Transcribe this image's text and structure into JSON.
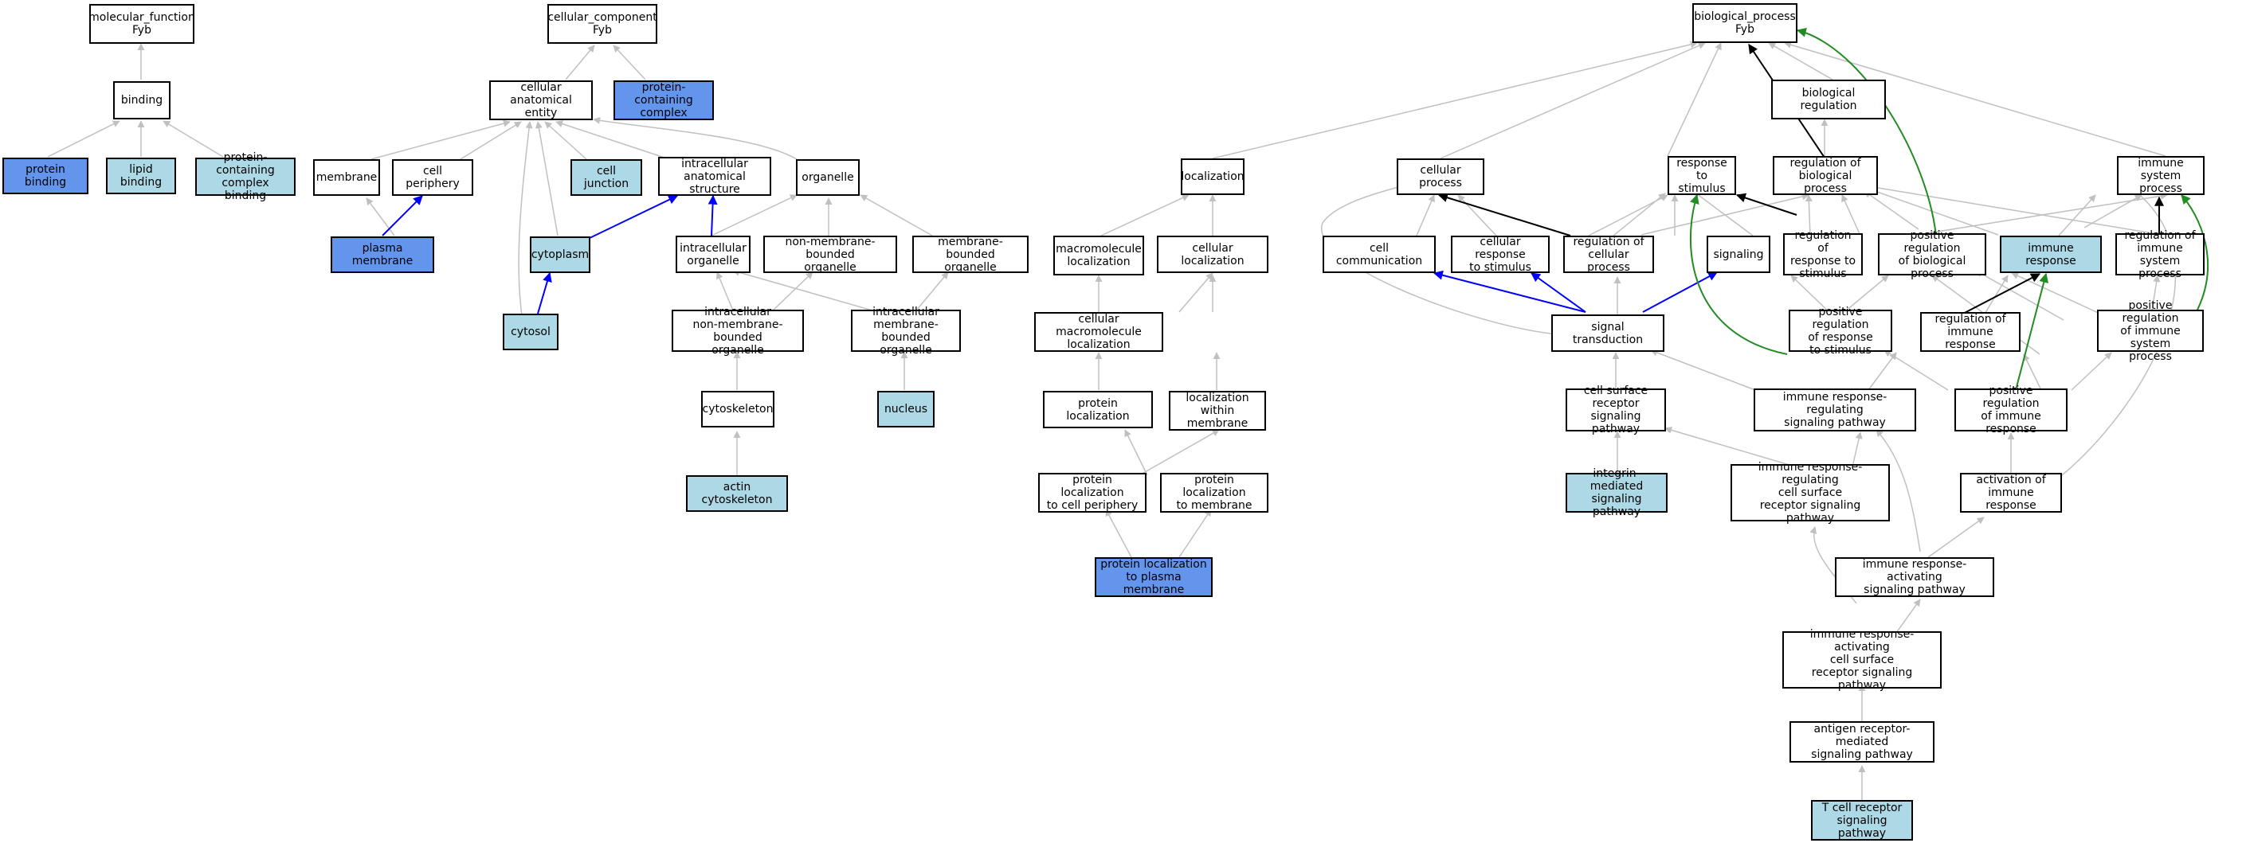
{
  "colors": {
    "edge_default": "#c0c0c0",
    "edge_is_a": "#000000",
    "edge_part_of": "#0000ff",
    "edge_positively_regulates": "#228b22",
    "node_fill": "#ffffff",
    "node_selected_dark": "#6495ed",
    "node_selected_light": "#add8e6"
  },
  "nodes": {
    "mf_root": {
      "label": "molecular_function\nFyb"
    },
    "binding": {
      "label": "binding"
    },
    "protein_binding": {
      "label": "protein binding"
    },
    "lipid_binding": {
      "label": "lipid binding"
    },
    "pcc_binding": {
      "label": "protein-containing\ncomplex binding"
    },
    "cc_root": {
      "label": "cellular_component\nFyb"
    },
    "cae": {
      "label": "cellular anatomical\nentity"
    },
    "pc_complex": {
      "label": "protein-containing\ncomplex"
    },
    "membrane": {
      "label": "membrane"
    },
    "cell_periphery": {
      "label": "cell periphery"
    },
    "cell_junction": {
      "label": "cell junction"
    },
    "ias": {
      "label": "intracellular\nanatomical structure"
    },
    "organelle": {
      "label": "organelle"
    },
    "plasma_membrane": {
      "label": "plasma membrane"
    },
    "cytoplasm": {
      "label": "cytoplasm"
    },
    "cytosol": {
      "label": "cytosol"
    },
    "ic_organelle": {
      "label": "intracellular\norganelle"
    },
    "nmb_organelle": {
      "label": "non-membrane-bounded\norganelle"
    },
    "mb_organelle": {
      "label": "membrane-bounded\norganelle"
    },
    "ic_nmb_organelle": {
      "label": "intracellular\nnon-membrane-bounded\norganelle"
    },
    "ic_mb_organelle": {
      "label": "intracellular\nmembrane-bounded\norganelle"
    },
    "cytoskeleton": {
      "label": "cytoskeleton"
    },
    "nucleus": {
      "label": "nucleus"
    },
    "actin_cytoskeleton": {
      "label": "actin cytoskeleton"
    },
    "bp_root": {
      "label": "biological_process\nFyb"
    },
    "localization": {
      "label": "localization"
    },
    "cellular_process": {
      "label": "cellular process"
    },
    "response_to_stimulus": {
      "label": "response to\nstimulus"
    },
    "biological_regulation": {
      "label": "biological regulation"
    },
    "regulation_bp": {
      "label": "regulation of\nbiological process"
    },
    "immune_system_process": {
      "label": "immune system\nprocess"
    },
    "macromolecule_localization": {
      "label": "macromolecule\nlocalization"
    },
    "cellular_localization": {
      "label": "cellular localization"
    },
    "cell_communication": {
      "label": "cell communication"
    },
    "cellular_response": {
      "label": "cellular response\nto stimulus"
    },
    "regulation_cp": {
      "label": "regulation of\ncellular process"
    },
    "signaling": {
      "label": "signaling"
    },
    "regulation_rs": {
      "label": "regulation of\nresponse to\nstimulus"
    },
    "pos_reg_bp": {
      "label": "positive regulation\nof biological\nprocess"
    },
    "immune_response": {
      "label": "immune response"
    },
    "regulation_isp": {
      "label": "regulation of\nimmune system\nprocess"
    },
    "cml": {
      "label": "cellular macromolecule\nlocalization"
    },
    "signal_transduction": {
      "label": "signal transduction"
    },
    "pos_reg_rs": {
      "label": "positive regulation\nof response\nto stimulus"
    },
    "regulation_ir": {
      "label": "regulation of\nimmune response"
    },
    "pos_reg_isp": {
      "label": "positive regulation\nof immune system\nprocess"
    },
    "protein_localization": {
      "label": "protein localization"
    },
    "loc_within_membrane": {
      "label": "localization\nwithin membrane"
    },
    "csrsp": {
      "label": "cell surface\nreceptor signaling\npathway"
    },
    "irrsp": {
      "label": "immune response-regulating\nsignaling pathway"
    },
    "pos_reg_ir": {
      "label": "positive regulation\nof immune response"
    },
    "pl_cell_periphery": {
      "label": "protein localization\nto cell periphery"
    },
    "pl_membrane": {
      "label": "protein localization\nto membrane"
    },
    "integrin_sp": {
      "label": "integrin-mediated\nsignaling pathway"
    },
    "irr_cs_rsp": {
      "label": "immune response-regulating\ncell surface\nreceptor signaling\npathway"
    },
    "activation_ir": {
      "label": "activation of\nimmune response"
    },
    "pl_plasma_membrane": {
      "label": "protein localization\nto plasma membrane"
    },
    "irasp": {
      "label": "immune response-activating\nsignaling pathway"
    },
    "ira_cs_rsp": {
      "label": "immune response-activating\ncell surface\nreceptor signaling\npathway"
    },
    "ar_sp": {
      "label": "antigen receptor-mediated\nsignaling pathway"
    },
    "tcr_sp": {
      "label": "T cell receptor\nsignaling pathway"
    }
  }
}
